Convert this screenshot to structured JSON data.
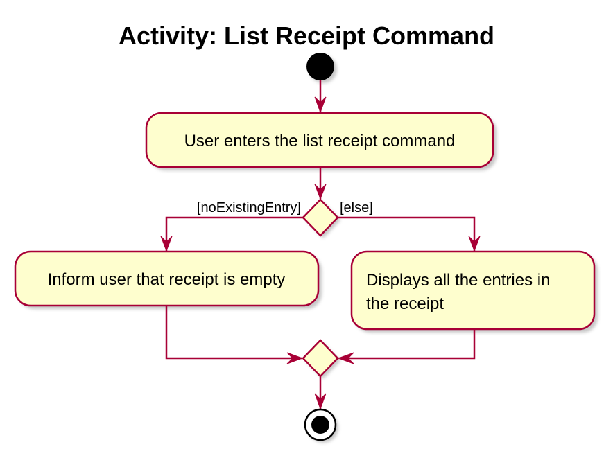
{
  "diagram": {
    "title": "Activity: List Receipt Command",
    "actions": {
      "enter_command": "User enters the list receipt command",
      "inform_empty": "Inform user that receipt is empty",
      "display_entries_line1": "Displays all the entries in",
      "display_entries_line2": "the receipt"
    },
    "guards": {
      "no_existing_entry": "[noExistingEntry]",
      "else": "[else]"
    },
    "colors": {
      "fill": "#FEFECE",
      "border": "#A80036",
      "node": "#000000"
    }
  }
}
